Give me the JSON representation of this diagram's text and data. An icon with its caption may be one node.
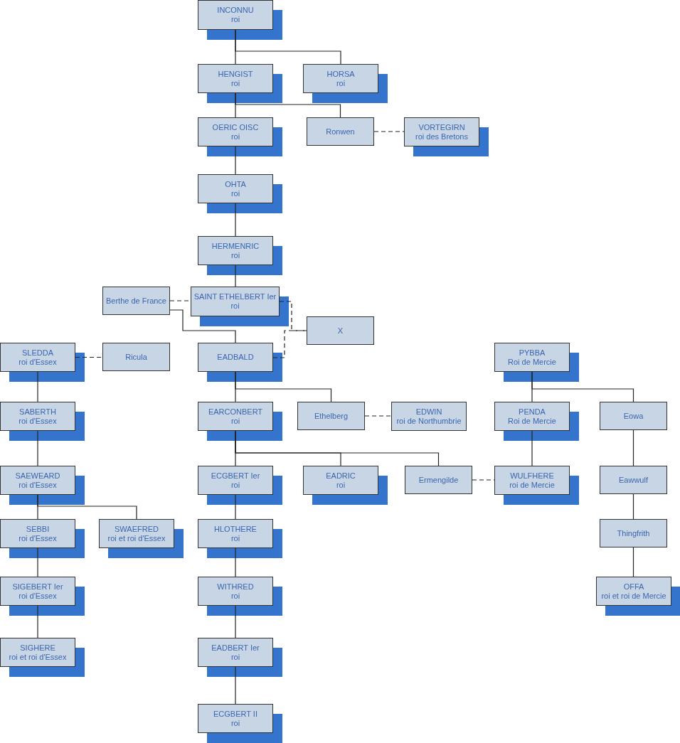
{
  "diagram": {
    "nodes": [
      {
        "text": [
          "INCONNU",
          "roi"
        ]
      },
      {
        "text": [
          "HENGIST",
          "roi"
        ]
      },
      {
        "text": [
          "HORSA",
          "roi"
        ]
      },
      {
        "text": [
          "OERIC OISC",
          "roi"
        ]
      },
      {
        "text": [
          "Ronwen"
        ]
      },
      {
        "text": [
          "VORTEGIRN",
          "roi des Bretons"
        ]
      },
      {
        "text": [
          "OHTA",
          "roi"
        ]
      },
      {
        "text": [
          "HERMENRIC",
          "roi"
        ]
      },
      {
        "text": [
          "Berthe de France"
        ]
      },
      {
        "text": [
          "SAINT ETHELBERT Ier",
          "roi"
        ]
      },
      {
        "text": [
          "X"
        ]
      },
      {
        "text": [
          "SLEDDA",
          "roi d'Essex"
        ]
      },
      {
        "text": [
          "Ricula"
        ]
      },
      {
        "text": [
          "EADBALD"
        ]
      },
      {
        "text": [
          "PYBBA",
          "Roi de Mercie"
        ]
      },
      {
        "text": [
          "SABERTH",
          "roi d'Essex"
        ]
      },
      {
        "text": [
          "EARCONBERT",
          "roi"
        ]
      },
      {
        "text": [
          "Ethelberg"
        ]
      },
      {
        "text": [
          "EDWIN",
          "roi de Northumbrie"
        ]
      },
      {
        "text": [
          "PENDA",
          "Roi de Mercie"
        ]
      },
      {
        "text": [
          "Eowa"
        ]
      },
      {
        "text": [
          "SAEWEARD",
          "roi d'Essex"
        ]
      },
      {
        "text": [
          "ECGBERT Ier",
          "roi"
        ]
      },
      {
        "text": [
          "EADRIC",
          "roi"
        ]
      },
      {
        "text": [
          "Ermengilde"
        ]
      },
      {
        "text": [
          "WULFHERE",
          "roi de Mercie"
        ]
      },
      {
        "text": [
          "Eawwulf"
        ]
      },
      {
        "text": [
          "SEBBI",
          "roi d'Essex"
        ]
      },
      {
        "text": [
          "SWAEFRED",
          "roi et roi d'Essex"
        ]
      },
      {
        "text": [
          "HLOTHERE",
          "roi"
        ]
      },
      {
        "text": [
          "Thingfrith"
        ]
      },
      {
        "text": [
          "SIGEBERT Ier",
          "roi d'Essex"
        ]
      },
      {
        "text": [
          "WITHRED",
          "roi"
        ]
      },
      {
        "text": [
          "OFFA",
          "roi et roi de Mercie"
        ]
      },
      {
        "text": [
          "SIGHERE",
          "roi et roi d'Essex"
        ]
      },
      {
        "text": [
          "EADBERT Ier",
          "roi"
        ]
      },
      {
        "text": [
          "ECGBERT II",
          "roi"
        ]
      }
    ],
    "edges": [
      {
        "from": 0,
        "to": 1,
        "arrow": "none"
      },
      {
        "from": 0,
        "to": 2,
        "arrow": "none"
      },
      {
        "from": 1,
        "to": 3,
        "arrow": "none"
      },
      {
        "from": 1,
        "to": 4,
        "arrow": "none"
      },
      {
        "from": 4,
        "to": 5,
        "arrow": "none",
        "style": "dashed"
      },
      {
        "from": 3,
        "to": 6,
        "arrow": "none"
      },
      {
        "from": 6,
        "to": 7,
        "arrow": "none"
      },
      {
        "from": 7,
        "to": 9,
        "arrow": "none"
      },
      {
        "from": 8,
        "to": 9,
        "arrow": "none",
        "style": "dashed"
      },
      {
        "from": 8,
        "to": 13,
        "arrow": "none"
      },
      {
        "from": 9,
        "to": 10,
        "arrow": "none",
        "style": "dashed"
      },
      {
        "from": 13,
        "to": 10,
        "arrow": "none",
        "style": "dashed"
      },
      {
        "from": 11,
        "to": 12,
        "arrow": "none",
        "style": "dashed"
      },
      {
        "from": 11,
        "to": 15,
        "arrow": "none"
      },
      {
        "from": 15,
        "to": 21,
        "arrow": "none"
      },
      {
        "from": 21,
        "to": 27,
        "arrow": "none"
      },
      {
        "from": 21,
        "to": 28,
        "arrow": "none"
      },
      {
        "from": 27,
        "to": 31,
        "arrow": "none"
      },
      {
        "from": 31,
        "to": 34,
        "arrow": "none"
      },
      {
        "from": 13,
        "to": 16,
        "arrow": "none"
      },
      {
        "from": 13,
        "to": 17,
        "arrow": "none"
      },
      {
        "from": 17,
        "to": 18,
        "arrow": "none",
        "style": "dashed"
      },
      {
        "from": 16,
        "to": 22,
        "arrow": "none"
      },
      {
        "from": 16,
        "to": 23,
        "arrow": "none"
      },
      {
        "from": 16,
        "to": 24,
        "arrow": "none"
      },
      {
        "from": 24,
        "to": 25,
        "arrow": "none",
        "style": "dashed"
      },
      {
        "from": 14,
        "to": 19,
        "arrow": "none"
      },
      {
        "from": 14,
        "to": 20,
        "arrow": "none"
      },
      {
        "from": 19,
        "to": 25,
        "arrow": "none"
      },
      {
        "from": 20,
        "to": 26,
        "arrow": "none"
      },
      {
        "from": 26,
        "to": 30,
        "arrow": "none"
      },
      {
        "from": 30,
        "to": 33,
        "arrow": "none"
      },
      {
        "from": 22,
        "to": 29,
        "arrow": "none"
      },
      {
        "from": 29,
        "to": 32,
        "arrow": "none"
      },
      {
        "from": 32,
        "to": 35,
        "arrow": "none"
      },
      {
        "from": 35,
        "to": 36,
        "arrow": "none"
      }
    ]
  }
}
